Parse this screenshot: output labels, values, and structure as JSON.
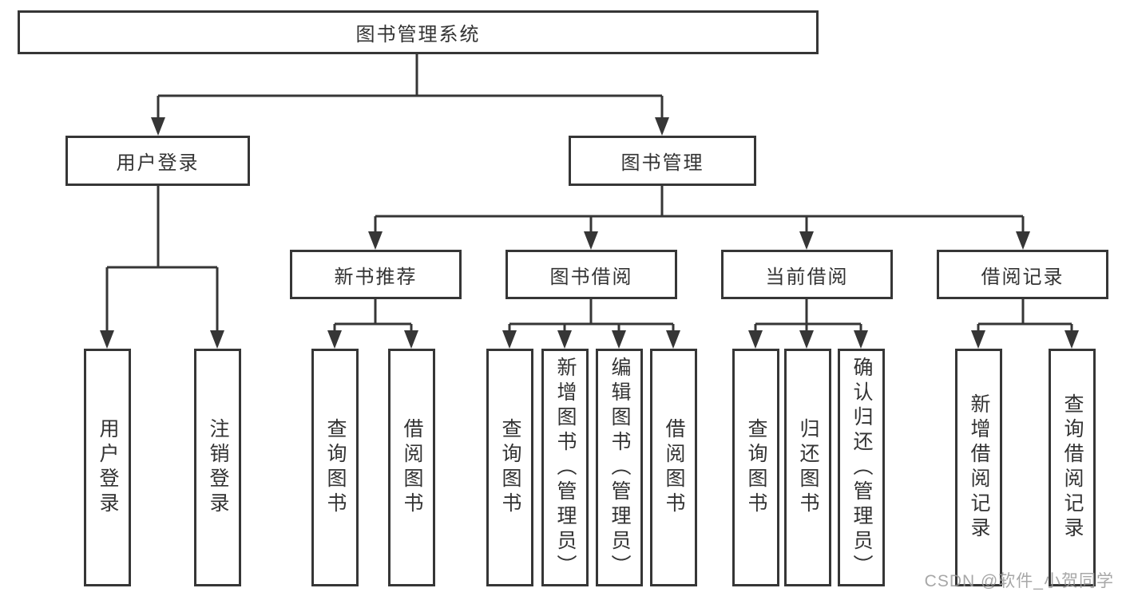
{
  "diagram": {
    "root": {
      "label": "图书管理系统"
    },
    "branches": [
      {
        "label": "用户登录",
        "children": [
          {
            "label": "用户登录"
          },
          {
            "label": "注销登录"
          }
        ]
      },
      {
        "label": "图书管理",
        "sections": [
          {
            "label": "新书推荐",
            "children": [
              {
                "label": "查询图书"
              },
              {
                "label": "借阅图书"
              }
            ]
          },
          {
            "label": "图书借阅",
            "children": [
              {
                "label": "查询图书"
              },
              {
                "label": "新增图书（管理员）"
              },
              {
                "label": "编辑图书（管理员）"
              },
              {
                "label": "借阅图书"
              }
            ]
          },
          {
            "label": "当前借阅",
            "children": [
              {
                "label": "查询图书"
              },
              {
                "label": "归还图书"
              },
              {
                "label": "确认归还（管理员）"
              }
            ]
          },
          {
            "label": "借阅记录",
            "children": [
              {
                "label": "新增借阅记录"
              },
              {
                "label": "查询借阅记录"
              }
            ]
          }
        ]
      }
    ]
  },
  "watermark": {
    "text": "CSDN @软件_小贺同学"
  },
  "colors": {
    "line": "#363636",
    "text": "#333333",
    "watermark": "#9b9b9b",
    "background": "#ffffff"
  }
}
